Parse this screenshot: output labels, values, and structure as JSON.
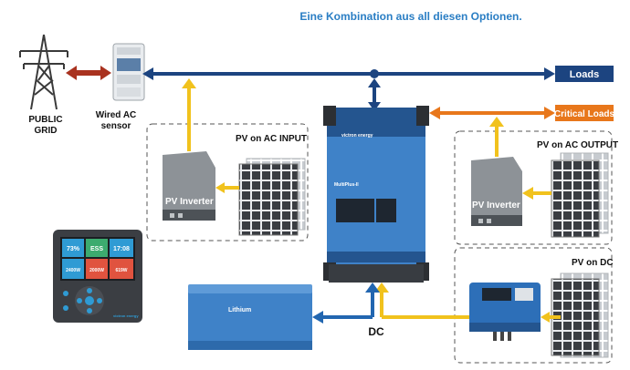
{
  "header": {
    "title": "Eine Kombination aus all diesen Optionen."
  },
  "grid": {
    "label_line1": "PUBLIC",
    "label_line2": "GRID"
  },
  "sensor": {
    "label_line1": "Wired AC",
    "label_line2": "sensor"
  },
  "loads": {
    "label": "Loads"
  },
  "critical_loads": {
    "label": "Critical Loads"
  },
  "pv_ac_input": {
    "title": "PV on AC INPUT",
    "inverter_label": "PV Inverter"
  },
  "pv_ac_output": {
    "title": "PV on AC OUTPUT",
    "inverter_label": "PV Inverter"
  },
  "pv_dc": {
    "title": "PV on DC"
  },
  "multiplus": {
    "brand": "victron energy",
    "model": "MultiPlus-II"
  },
  "battery": {
    "label_line1": "Lithium"
  },
  "dc": {
    "label": "DC"
  },
  "display": {
    "tiles": [
      "73%",
      "ESS",
      "17:08",
      "2400W",
      "2000W",
      "619W"
    ],
    "brand": "victron energy"
  },
  "colors": {
    "title_blue": "#2a7ec4",
    "ac_bus": "#1c4480",
    "grid_link": "#a9321f",
    "critical": "#e8771b",
    "pv_flow": "#f1c21d",
    "dc_link": "#2266b0",
    "loads_box": "#1c4480",
    "critical_box": "#e8771b"
  }
}
